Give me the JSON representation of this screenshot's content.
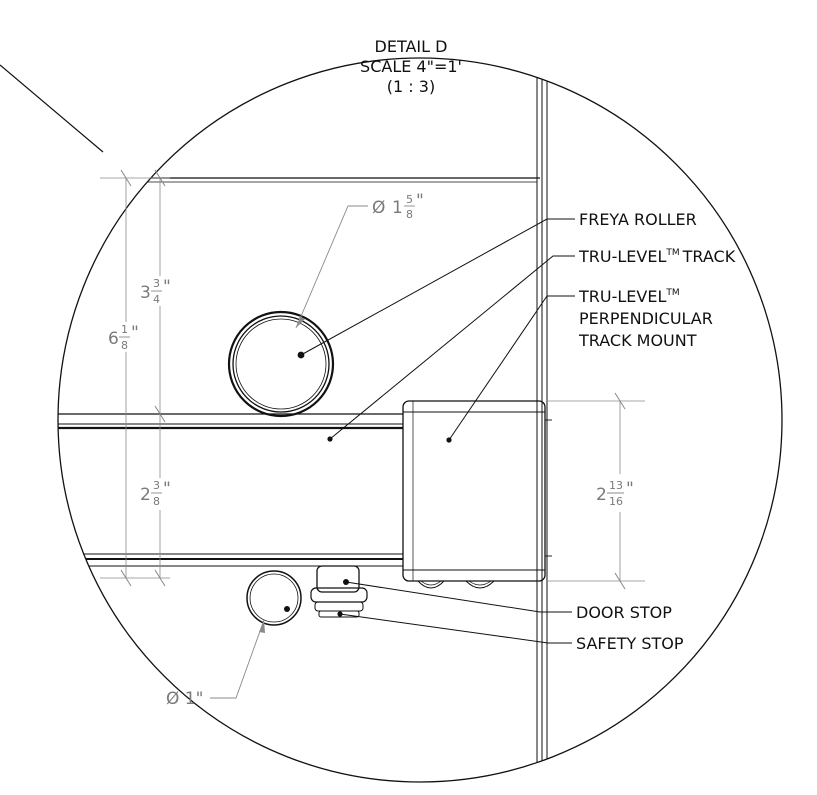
{
  "detail": {
    "title": "DETAIL D",
    "scale": "SCALE 4\"=1'",
    "ratio": "(1 : 3)"
  },
  "labels": {
    "freya_roller": "FREYA ROLLER",
    "track_prefix": "TRU-LEVEL",
    "track_suffix": "TRACK",
    "mount_line1": "TRU-LEVEL",
    "mount_line2": "PERPENDICULAR",
    "mount_line3": "TRACK MOUNT",
    "tm_symbol": "TM",
    "door_stop": "DOOR STOP",
    "safety_stop": "SAFETY STOP"
  },
  "dimensions": {
    "roller_dia": {
      "prefix": "Ø",
      "whole": "1",
      "num": "5",
      "den": "8",
      "unit": "\""
    },
    "top_height": {
      "whole": "3",
      "num": "3",
      "den": "4",
      "unit": "\""
    },
    "total_height": {
      "whole": "6",
      "num": "1",
      "den": "8",
      "unit": "\""
    },
    "track_height": {
      "whole": "2",
      "num": "3",
      "den": "8",
      "unit": "\""
    },
    "mount_height": {
      "whole": "2",
      "num": "13",
      "den": "16",
      "unit": "\""
    },
    "stop_dia": {
      "text": "Ø 1\""
    }
  },
  "colors": {
    "line": "#111111",
    "dimension": "#8a8a8a"
  }
}
